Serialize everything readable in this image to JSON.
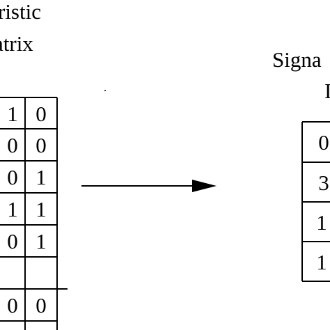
{
  "left_matrix": {
    "title_line1": "ristic",
    "title_line2": "atrix",
    "rows": [
      [
        "1",
        "0"
      ],
      [
        "0",
        "0"
      ],
      [
        "0",
        "1"
      ],
      [
        "1",
        "1"
      ],
      [
        "0",
        "1"
      ],
      [
        "0",
        "0"
      ]
    ]
  },
  "right_matrix": {
    "title_line1": "Signa",
    "title_line2": "I",
    "rows": [
      "0",
      "3",
      "1",
      "1"
    ]
  },
  "arrow": {
    "direction": "right"
  },
  "colors": {
    "ink": "#000000",
    "background": "#ffffff"
  }
}
